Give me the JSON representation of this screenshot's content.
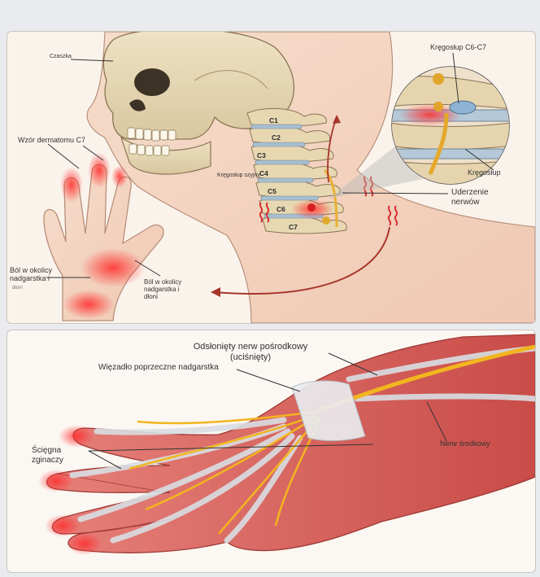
{
  "top_panel": {
    "skull_label": "Czaszka",
    "dermatome_label": "Wzór dermatomu C7",
    "wrist_pain_left": "Ból w okolicy nadgarstka i",
    "wrist_pain_left_small": "dłoni",
    "wrist_pain_center": "Ból w okolicy nadgarstka i dłoni",
    "cervical_spine_label": "Kręgosłup szyjny",
    "vertebrae": [
      "C1",
      "C2",
      "C3",
      "C4",
      "C5",
      "C6",
      "C7"
    ],
    "c6c7_label": "Kręgosłup C6-C7",
    "spine_label": "Kręgosłup",
    "impingement_label": "Uderzenie nerwów"
  },
  "bottom_panel": {
    "exposed_nerve_label": "Odsłonięty nerw pośrodkowy (uciśnięty)",
    "ligament_label": "Więzadło poprzeczne nadgarstka",
    "tendons_label": "Ścięgna zginaczy",
    "median_nerve_label": "Nerw środkowy"
  }
}
